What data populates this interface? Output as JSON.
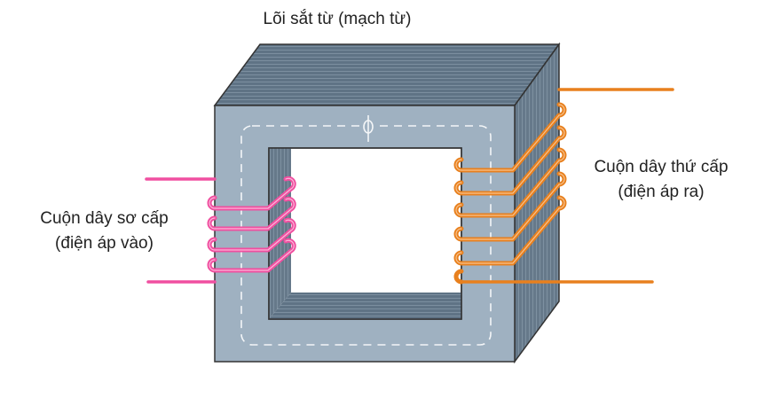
{
  "title": "Lõi sắt từ (mạch từ)",
  "flux_symbol": "ϕ",
  "primary": {
    "line1": "Cuộn dây sơ cấp",
    "line2": "(điện áp vào)"
  },
  "secondary": {
    "line1": "Cuộn dây thứ cấp",
    "line2": "(điện áp ra)"
  },
  "colors": {
    "core_front": "#9fb1c1",
    "core_side": "#65798a",
    "primary_coil": "#f04fa0",
    "secondary_coil": "#e8801e"
  }
}
